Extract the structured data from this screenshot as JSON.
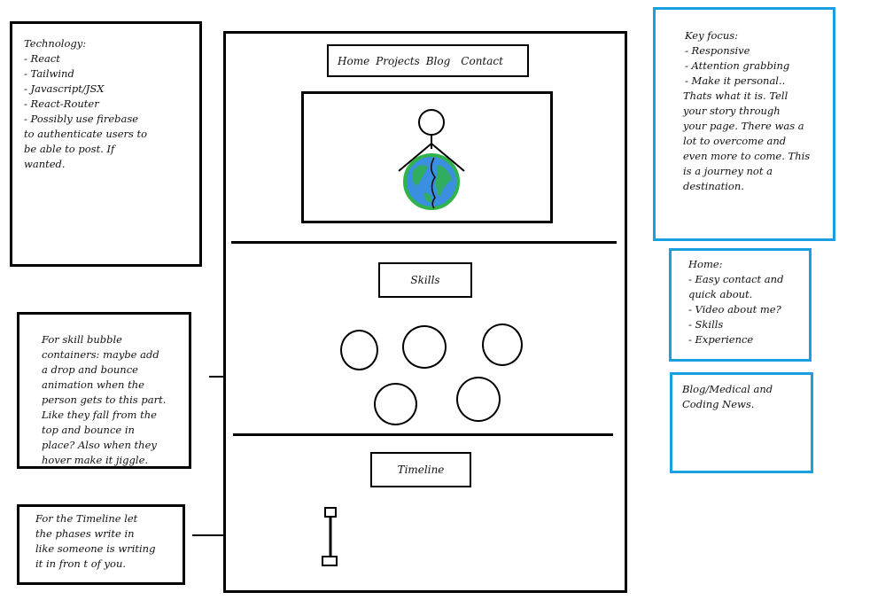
{
  "notes": {
    "technology": {
      "lines": [
        "Technology:",
        "- React",
        "- Tailwind",
        "- Javascript/JSX",
        "- React-Router",
        "- Possibly use firebase",
        "to authenticate users to",
        "be able to post. If",
        "wanted."
      ]
    },
    "skill_bubbles": {
      "lines": [
        "For skill bubble",
        "containers: maybe add",
        "a drop and bounce",
        "animation when the",
        "person gets to this part.",
        "Like they fall from the",
        "top and bounce in",
        "place? Also when they",
        "hover make it jiggle."
      ]
    },
    "timeline": {
      "lines": [
        "For the Timeline let",
        "the phases write in",
        "like someone is writing",
        "it in fron t of you."
      ]
    },
    "key_focus": {
      "lines": [
        "Key focus:",
        "- Responsive",
        "- Attention grabbing",
        "- Make it personal..",
        "Thats what it is. Tell",
        "your story through",
        "your page. There was a",
        "lot to overcome and",
        "even more to come. This",
        "is a journey not a",
        "destination."
      ]
    },
    "home": {
      "lines": [
        "Home:",
        "- Easy contact and",
        "quick about.",
        "- Video about me?",
        "- Skills",
        "- Experience"
      ]
    },
    "blog": {
      "lines": [
        "Blog/Medical and",
        "Coding News."
      ]
    }
  },
  "wireframe": {
    "nav": [
      "Home",
      "Projects",
      "Blog",
      "Contact"
    ],
    "skills_label": "Skills",
    "timeline_label": "Timeline"
  },
  "colors": {
    "ink": "#000000",
    "blue_border": "#1a9fe0",
    "globe_land": "#2fb34a",
    "globe_water": "#3a8fe0"
  },
  "icons": [
    "person-holding-globe-icon",
    "timeline-slider-icon"
  ]
}
